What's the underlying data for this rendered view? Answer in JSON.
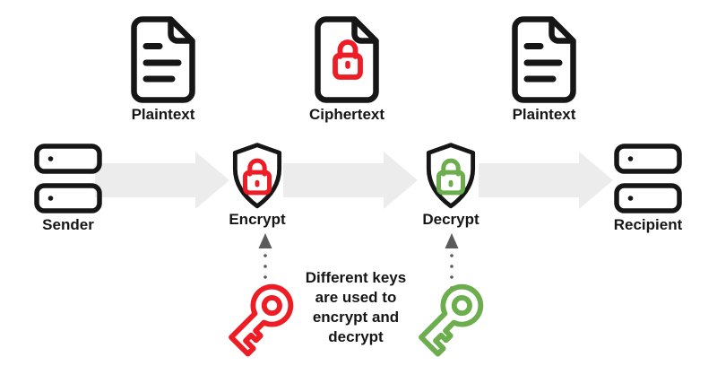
{
  "labels": {
    "plaintext_left": "Plaintext",
    "ciphertext": "Ciphertext",
    "plaintext_right": "Plaintext",
    "sender": "Sender",
    "encrypt": "Encrypt",
    "decrypt": "Decrypt",
    "recipient": "Recipient"
  },
  "note": "Different keys\nare used to\nencrypt and\ndecrypt",
  "colors": {
    "outline": "#161616",
    "encrypt_accent": "#ee1c25",
    "decrypt_accent": "#6cad4e",
    "flow_arrow": "#ececec",
    "dotted_arrow": "#5a5a5a"
  },
  "icons": {
    "plaintext_left": "document-text-icon",
    "ciphertext": "document-lock-icon",
    "plaintext_right": "document-text-icon",
    "sender": "server-icon",
    "encrypt": "shield-lock-icon",
    "decrypt": "shield-lock-icon",
    "recipient": "server-icon",
    "encrypt_key": "key-icon",
    "decrypt_key": "key-icon"
  }
}
